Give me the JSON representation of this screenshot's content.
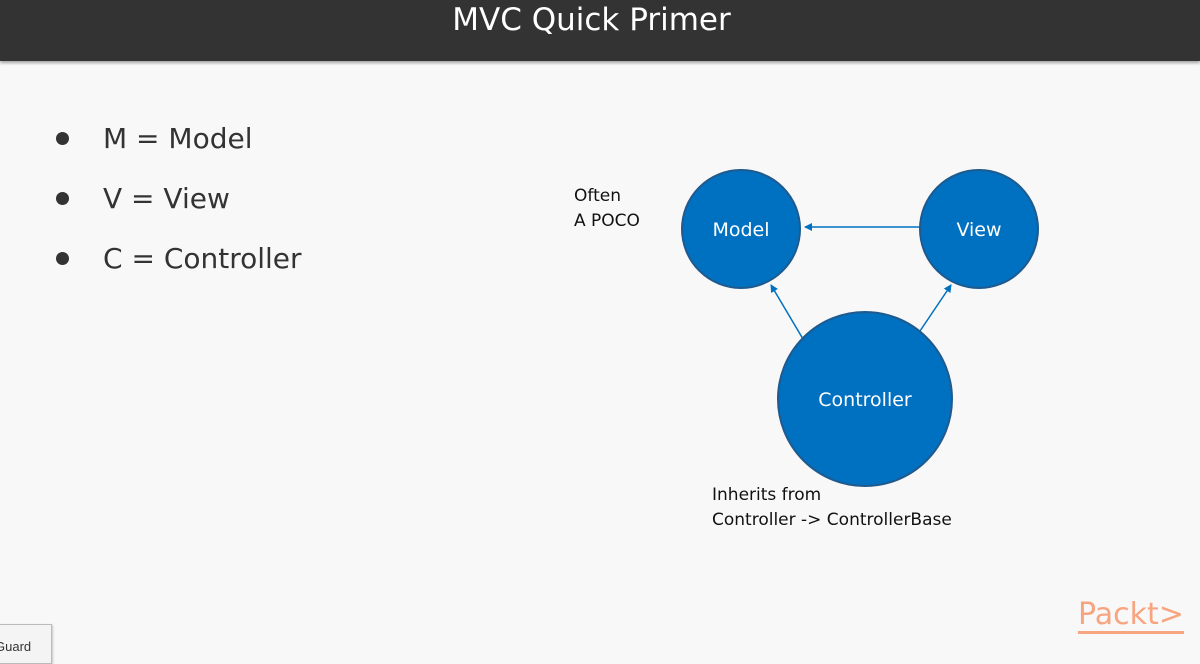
{
  "header": {
    "title": "MVC Quick Primer"
  },
  "bullets": [
    "M = Model",
    "V = View",
    "C = Controller"
  ],
  "diagram": {
    "nodes": {
      "model": "Model",
      "view": "View",
      "controller": "Controller"
    },
    "model_note": [
      "Often",
      "A POCO"
    ],
    "controller_note": [
      "Inherits from",
      "Controller -> ControllerBase"
    ],
    "colors": {
      "node_fill": "#0070c0",
      "node_stroke": "#1f5a8e",
      "arrow": "#0070c0"
    }
  },
  "logo": {
    "text": "Packt>"
  },
  "popup": {
    "text": "Guard"
  }
}
